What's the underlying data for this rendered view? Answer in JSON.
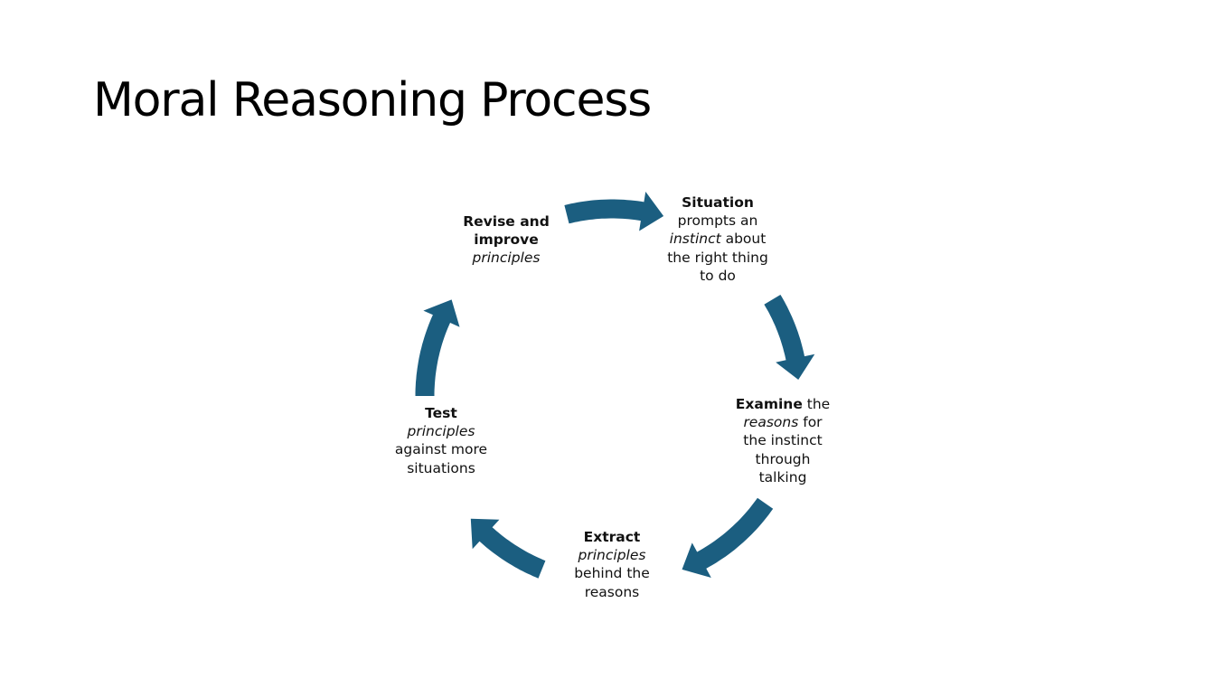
{
  "slide": {
    "title": "Moral Reasoning Process"
  },
  "colors": {
    "arrow": "#1b5e80",
    "text": "#111111",
    "background": "#ffffff"
  },
  "cycle": {
    "steps": [
      {
        "id": "situation",
        "lines": [
          [
            {
              "text": "Situation",
              "style": "bold"
            }
          ],
          [
            {
              "text": "prompts an",
              "style": "normal"
            }
          ],
          [
            {
              "text": "instinct",
              "style": "italic"
            },
            {
              "text": " about",
              "style": "normal"
            }
          ],
          [
            {
              "text": "the right thing",
              "style": "normal"
            }
          ],
          [
            {
              "text": "to do",
              "style": "normal"
            }
          ]
        ]
      },
      {
        "id": "examine",
        "lines": [
          [
            {
              "text": "Examine",
              "style": "bold"
            },
            {
              "text": " the",
              "style": "normal"
            }
          ],
          [
            {
              "text": "reasons",
              "style": "italic"
            },
            {
              "text": " for",
              "style": "normal"
            }
          ],
          [
            {
              "text": "the instinct",
              "style": "normal"
            }
          ],
          [
            {
              "text": "through",
              "style": "normal"
            }
          ],
          [
            {
              "text": "talking",
              "style": "normal"
            }
          ]
        ]
      },
      {
        "id": "extract",
        "lines": [
          [
            {
              "text": "Extract",
              "style": "bold"
            }
          ],
          [
            {
              "text": "principles",
              "style": "italic"
            }
          ],
          [
            {
              "text": "behind the",
              "style": "normal"
            }
          ],
          [
            {
              "text": "reasons",
              "style": "normal"
            }
          ]
        ]
      },
      {
        "id": "test",
        "lines": [
          [
            {
              "text": "Test",
              "style": "bold"
            }
          ],
          [
            {
              "text": "principles",
              "style": "italic"
            }
          ],
          [
            {
              "text": "against more",
              "style": "normal"
            }
          ],
          [
            {
              "text": "situations",
              "style": "normal"
            }
          ]
        ]
      },
      {
        "id": "revise",
        "lines": [
          [
            {
              "text": "Revise and",
              "style": "bold"
            }
          ],
          [
            {
              "text": "improve",
              "style": "bold"
            }
          ],
          [
            {
              "text": "principles",
              "style": "italic"
            }
          ]
        ]
      }
    ]
  }
}
